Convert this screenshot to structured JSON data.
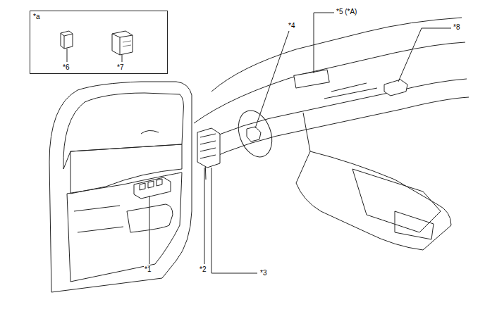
{
  "diagram": {
    "nodes": [
      {
        "text": [
          "*a"
        ]
      }
    ],
    "labels": [
      "*6",
      "*7",
      "*1",
      "*2",
      "*3",
      "*4",
      "*5 (*A)",
      "*8"
    ]
  }
}
